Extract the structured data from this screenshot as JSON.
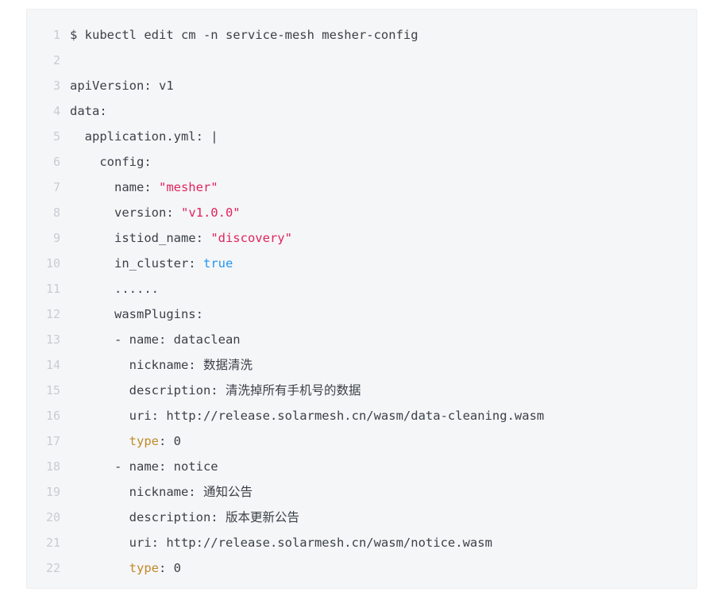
{
  "code_block": {
    "language": "yaml-shell",
    "background_color": "#f5f6f7",
    "border_color": "#eceef0",
    "line_number_color": "#c8cdd2",
    "text_color": "#3b4149",
    "string_color": "#e0245e",
    "boolean_color": "#2196f3",
    "key_color": "#c08a2b",
    "lines": [
      {
        "n": "1",
        "segments": [
          {
            "t": "$ kubectl edit cm -n service-mesh mesher-config",
            "c": "plain"
          }
        ]
      },
      {
        "n": "2",
        "segments": [
          {
            "t": "",
            "c": "plain"
          }
        ]
      },
      {
        "n": "3",
        "segments": [
          {
            "t": "apiVersion: v1",
            "c": "plain"
          }
        ]
      },
      {
        "n": "4",
        "segments": [
          {
            "t": "data:",
            "c": "plain"
          }
        ]
      },
      {
        "n": "5",
        "segments": [
          {
            "t": "  application.yml: |",
            "c": "plain"
          }
        ]
      },
      {
        "n": "6",
        "segments": [
          {
            "t": "    config:",
            "c": "plain"
          }
        ]
      },
      {
        "n": "7",
        "segments": [
          {
            "t": "      name: ",
            "c": "plain"
          },
          {
            "t": "\"mesher\"",
            "c": "str"
          }
        ]
      },
      {
        "n": "8",
        "segments": [
          {
            "t": "      version: ",
            "c": "plain"
          },
          {
            "t": "\"v1.0.0\"",
            "c": "str"
          }
        ]
      },
      {
        "n": "9",
        "segments": [
          {
            "t": "      istiod_name: ",
            "c": "plain"
          },
          {
            "t": "\"discovery\"",
            "c": "str"
          }
        ]
      },
      {
        "n": "10",
        "segments": [
          {
            "t": "      in_cluster: ",
            "c": "plain"
          },
          {
            "t": "true",
            "c": "bool"
          }
        ]
      },
      {
        "n": "11",
        "segments": [
          {
            "t": "      ......",
            "c": "plain"
          }
        ]
      },
      {
        "n": "12",
        "segments": [
          {
            "t": "      wasmPlugins:",
            "c": "plain"
          }
        ]
      },
      {
        "n": "13",
        "segments": [
          {
            "t": "      - name: dataclean",
            "c": "plain"
          }
        ]
      },
      {
        "n": "14",
        "segments": [
          {
            "t": "        nickname: ",
            "c": "plain"
          },
          {
            "t": "数据清洗",
            "c": "cjk"
          }
        ]
      },
      {
        "n": "15",
        "segments": [
          {
            "t": "        description: ",
            "c": "plain"
          },
          {
            "t": "清洗掉所有手机号的数据",
            "c": "cjk"
          }
        ]
      },
      {
        "n": "16",
        "segments": [
          {
            "t": "        uri: http://release.solarmesh.cn/wasm/data-cleaning.wasm",
            "c": "plain"
          }
        ]
      },
      {
        "n": "17",
        "segments": [
          {
            "t": "        ",
            "c": "plain"
          },
          {
            "t": "type",
            "c": "key"
          },
          {
            "t": ": 0",
            "c": "plain"
          }
        ]
      },
      {
        "n": "18",
        "segments": [
          {
            "t": "      - name: notice",
            "c": "plain"
          }
        ]
      },
      {
        "n": "19",
        "segments": [
          {
            "t": "        nickname: ",
            "c": "plain"
          },
          {
            "t": "通知公告",
            "c": "cjk"
          }
        ]
      },
      {
        "n": "20",
        "segments": [
          {
            "t": "        description: ",
            "c": "plain"
          },
          {
            "t": "版本更新公告",
            "c": "cjk"
          }
        ]
      },
      {
        "n": "21",
        "segments": [
          {
            "t": "        uri: http://release.solarmesh.cn/wasm/notice.wasm",
            "c": "plain"
          }
        ]
      },
      {
        "n": "22",
        "segments": [
          {
            "t": "        ",
            "c": "plain"
          },
          {
            "t": "type",
            "c": "key"
          },
          {
            "t": ": 0",
            "c": "plain"
          }
        ]
      }
    ]
  }
}
